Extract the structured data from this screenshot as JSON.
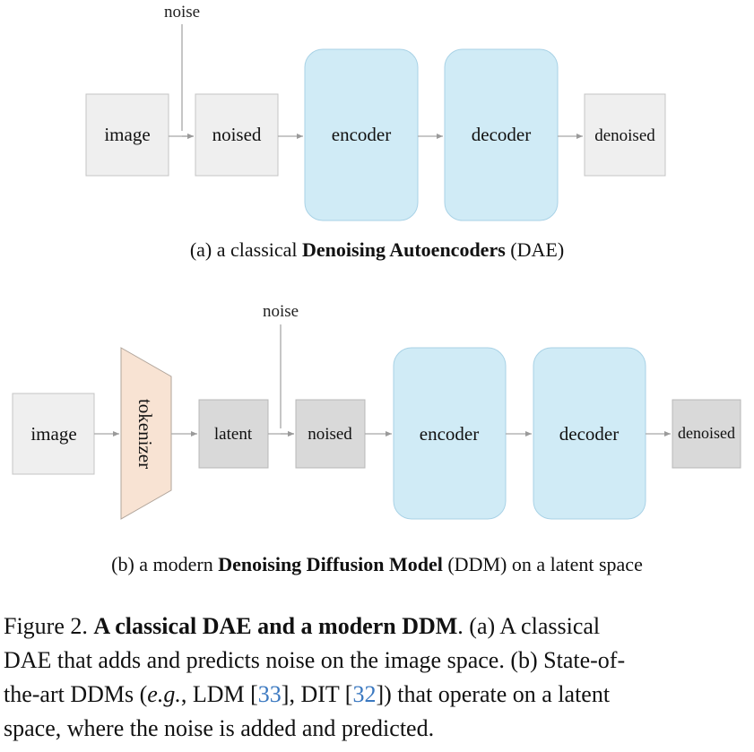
{
  "diagram_a": {
    "nodes": {
      "image": "image",
      "noised": "noised",
      "encoder": "encoder",
      "decoder": "decoder",
      "denoised": "denoised"
    },
    "noise_label": "noise",
    "caption": {
      "prefix": "(a) a classical ",
      "bold": "Denoising Autoencoders",
      "suffix": " (DAE)"
    }
  },
  "diagram_b": {
    "nodes": {
      "image": "image",
      "tokenizer": "tokenizer",
      "latent": "latent",
      "noised": "noised",
      "encoder": "encoder",
      "decoder": "decoder",
      "denoised": "denoised"
    },
    "noise_label": "noise",
    "caption": {
      "prefix": "(b) a modern ",
      "bold": "Denoising Diffusion Model",
      "suffix": " (DDM) on a latent space"
    }
  },
  "figure_caption": {
    "label": "Figure 2. ",
    "title": "A classical DAE and a modern DDM",
    "line1_rest": ". (a) A classical",
    "line2": "DAE that adds and predicts noise on the image space. (b) State-of-",
    "line3_a": "the-art DDMs (",
    "line3_eg": "e.g.",
    "line3_b": ", LDM [",
    "ref1": "33",
    "line3_c": "], DIT [",
    "ref2": "32",
    "line3_d": "]) that operate on a latent",
    "line4": "space, where the noise is added and predicted."
  },
  "colors": {
    "gray_box": "#efefef",
    "dark_gray_box": "#d9d9d9",
    "blue_box": "#d0ebf6",
    "tokenizer": "#f8e3d3",
    "edge": "#a8a8a8",
    "ref_link": "#3a78c0"
  }
}
